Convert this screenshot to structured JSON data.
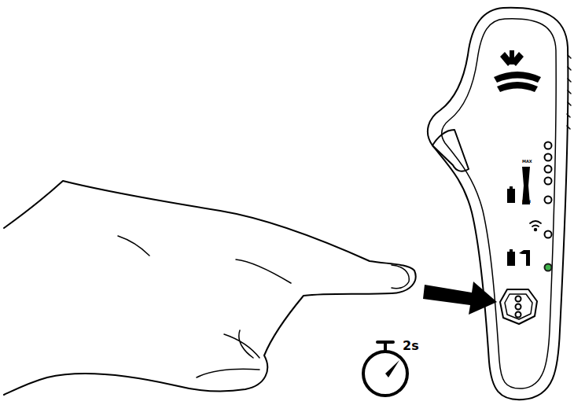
{
  "diagram": {
    "labels": [
      "MAX",
      "MIN",
      "2s"
    ]
  }
}
